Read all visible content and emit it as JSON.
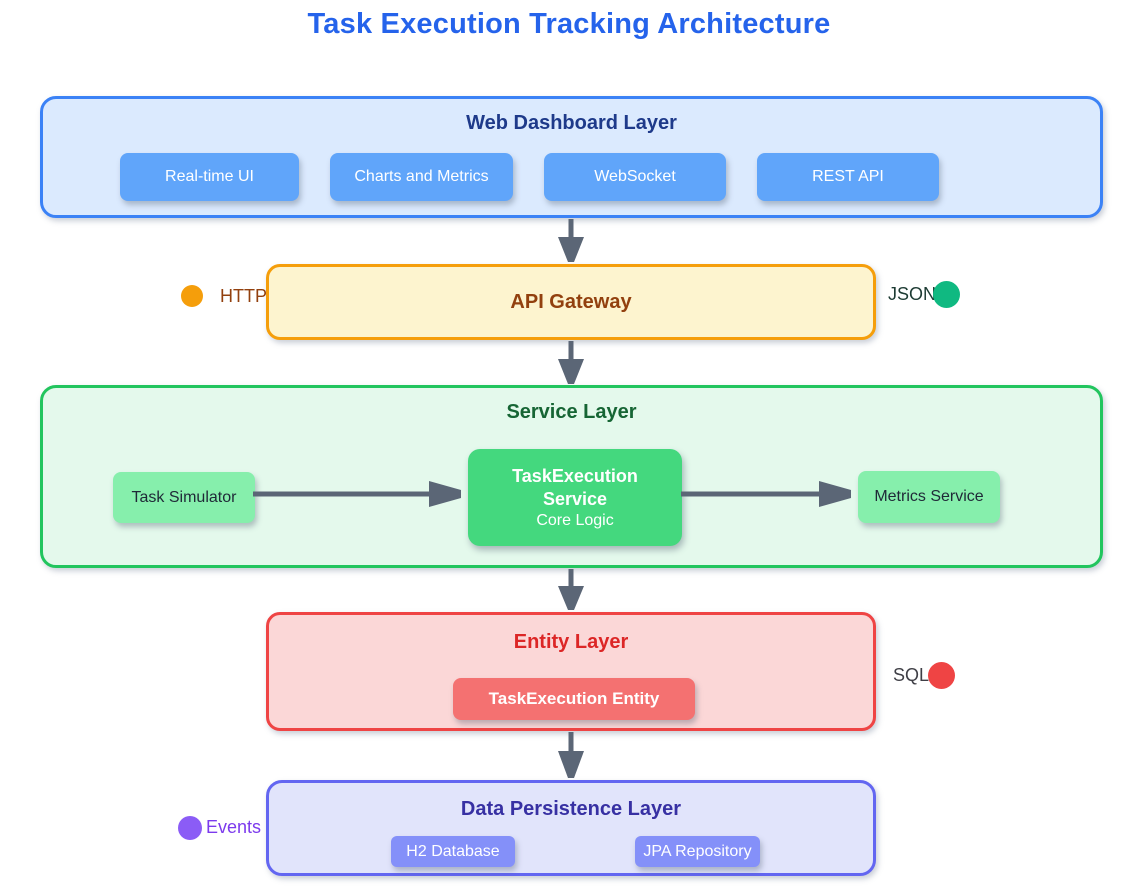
{
  "title": "Task Execution Tracking Architecture",
  "layers": {
    "dashboard": {
      "title": "Web Dashboard Layer",
      "buttons": [
        "Real-time UI",
        "Charts and Metrics",
        "WebSocket",
        "REST API"
      ]
    },
    "gateway": {
      "title": "API Gateway"
    },
    "service": {
      "title": "Service Layer",
      "task_simulator": "Task Simulator",
      "core": {
        "name": "TaskExecution Service",
        "subtitle": "Core Logic"
      },
      "metrics": "Metrics Service"
    },
    "entity": {
      "title": "Entity Layer",
      "entity_box": "TaskExecution Entity"
    },
    "persistence": {
      "title": "Data Persistence Layer",
      "boxes": [
        "H2 Database",
        "JPA Repository"
      ]
    }
  },
  "edge_labels": {
    "http": "HTTP",
    "json": "JSON",
    "sql": "SQL",
    "events": "Events"
  },
  "colors": {
    "title_text": "#2563eb",
    "dashboard_border": "#3b82f6",
    "dashboard_fill": "#dbeafe",
    "dashboard_button": "#60a5fa",
    "dashboard_title_text": "#1e3a8a",
    "gateway_border": "#f59e0b",
    "gateway_fill": "#fdf4cf",
    "gateway_title_text": "#92400e",
    "service_border": "#22c55e",
    "service_fill": "#e4f9ec",
    "service_chip": "#86efac",
    "service_core": "#44d87e",
    "service_title_text": "#166534",
    "entity_border": "#ef4444",
    "entity_fill": "#fbd7d7",
    "entity_box": "#f47171",
    "entity_title_text": "#dc2626",
    "persistence_border": "#6366f1",
    "persistence_fill": "#e1e4fb",
    "persistence_chip": "#8490f9",
    "persistence_title_text": "#3730a3",
    "http_dot": "#f59e0b",
    "json_dot": "#10b981",
    "sql_dot": "#ef4444",
    "events_dot": "#8b5cf6",
    "arrow": "#5b6676"
  }
}
